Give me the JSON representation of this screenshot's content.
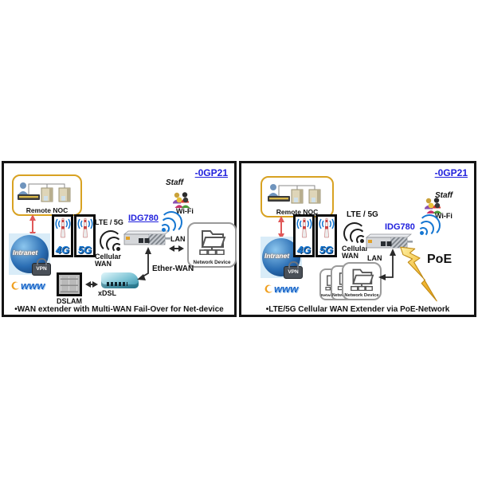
{
  "panels": {
    "left": {
      "code": "-0GP21",
      "remote_noc_label": "Remote NOC",
      "tower_4g": "4G",
      "tower_5g": "5G",
      "globe_label": "Intranet",
      "vpn_label": "VPN",
      "www_label": "www",
      "lte_label": "LTE / 5G",
      "cellular_wan_label": "Cellular WAN",
      "device_label": "IDG780",
      "staff_label": "Staff",
      "wifi_label": "Wi-Fi",
      "lan_label": "LAN",
      "network_device_label": "Network Device",
      "ether_wan_label": "Ether-WAN",
      "xdsl_label": "xDSL",
      "dslam_label": "DSLAM",
      "caption": "•WAN extender with Multi-WAN Fail-Over for Net-device"
    },
    "right": {
      "code": "-0GP21",
      "remote_noc_label": "Remote NOC",
      "tower_4g": "4G",
      "tower_5g": "5G",
      "globe_label": "Intranet",
      "vpn_label": "VPN",
      "www_label": "www",
      "lte_label": "LTE / 5G",
      "cellular_wan_label": "Cellular WAN",
      "device_label": "IDG780",
      "staff_label": "Staff",
      "wifi_label": "Wi-Fi",
      "lan_label": "LAN",
      "network_device_label": "Network Device",
      "network_device_back_label": "Network Device",
      "poe_label": "PoE",
      "caption": "•LTE/5G Cellular WAN Extender  via PoE-Network"
    }
  },
  "icons": {
    "remote_noc": "operator-and-servers-icon",
    "cell_tower": "cell-tower-icon",
    "globe": "intranet-vpn-globe-icon",
    "www": "www-internet-icon",
    "cellular_signal": "signal-arcs-icon",
    "wifi_signal": "wifi-arcs-icon",
    "staff": "people-group-icon",
    "router": "idg780-gateway-icon",
    "network_device": "folder-network-icon",
    "xdsl_modem": "xdsl-modem-icon",
    "dslam": "dslam-unit-icon",
    "poe_bolt": "lightning-bolt-icon"
  },
  "colors": {
    "accent_blue": "#2020dd",
    "noc_border": "#d8a222",
    "red_arrow": "#e05858",
    "tower_text_blue": "#1576d1",
    "poe_gold": "#f5c242",
    "panel_border": "#141414"
  }
}
